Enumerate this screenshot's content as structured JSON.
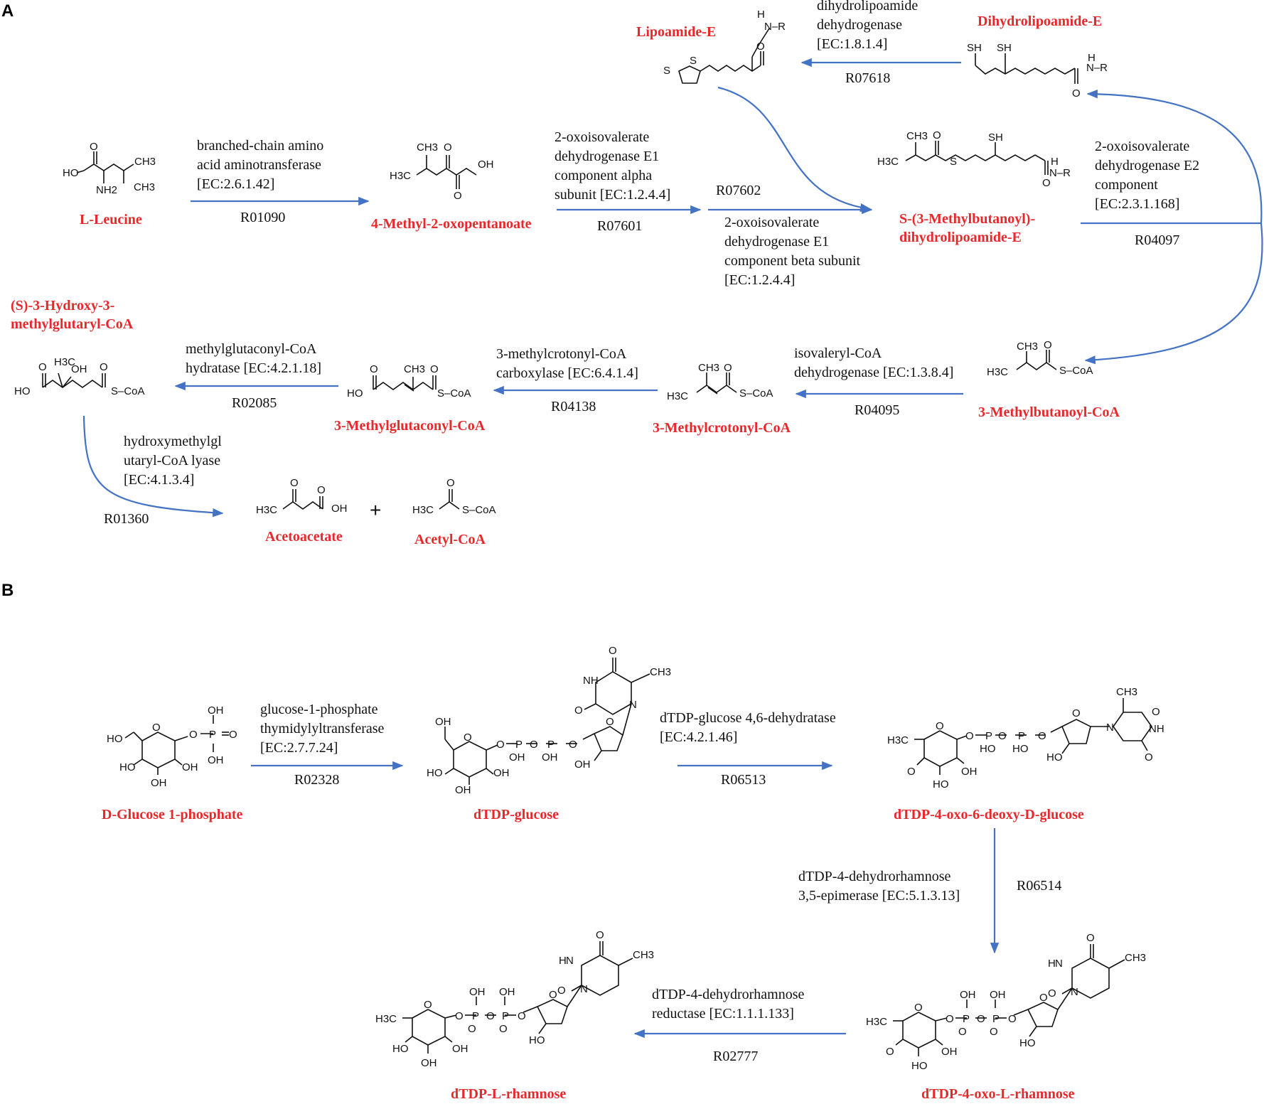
{
  "colors": {
    "compound": "#e8282b",
    "arrow": "#4472c4",
    "text": "#111111"
  },
  "panels": {
    "a": "A",
    "b": "B"
  },
  "compounds": {
    "leucine": "L-Leucine",
    "oxopentanoate": "4-Methyl-2-oxopentanoate",
    "lipoamide": "Lipoamide-E",
    "dihydrolipoamide": "Dihydrolipoamide-E",
    "methylbutanoyl_dhl_1": "S-(3-Methylbutanoyl)-",
    "methylbutanoyl_dhl_2": "dihydrolipoamide-E",
    "hmg_1": "(S)-3-Hydroxy-3-",
    "hmg_2": "methylglutaryl-CoA",
    "methylglutaconyl": "3-Methylglutaconyl-CoA",
    "methylcrotonyl": "3-Methylcrotonyl-CoA",
    "methylbutanoyl_coa": "3-Methylbutanoyl-CoA",
    "acetoacetate": "Acetoacetate",
    "acetyl_coa": "Acetyl-CoA",
    "glucose1p": "D-Glucose 1-phosphate",
    "dtdp_glucose": "dTDP-glucose",
    "dtdp_oxo_deoxy": "dTDP-4-oxo-6-deoxy-D-glucose",
    "dtdp_oxo_rham": "dTDP-4-oxo-L-rhamnose",
    "dtdp_rham": "dTDP-L-rhamnose"
  },
  "enzymes": {
    "bcat": [
      "branched-chain amino",
      "acid aminotransferase",
      "[EC:2.6.1.42]"
    ],
    "e1a": [
      "2-oxoisovalerate",
      "dehydrogenase E1",
      "component alpha",
      "subunit [EC:1.2.4.4]"
    ],
    "e1b": [
      "2-oxoisovalerate",
      "dehydrogenase E1",
      "component beta subunit",
      "[EC:1.2.4.4]"
    ],
    "dld": [
      "dihydrolipoamide",
      "dehydrogenase",
      "[EC:1.8.1.4]"
    ],
    "e2": [
      "2-oxoisovalerate",
      "dehydrogenase E2",
      "component",
      "[EC:2.3.1.168]"
    ],
    "ivd": [
      "isovaleryl-CoA",
      "dehydrogenase [EC:1.3.8.4]"
    ],
    "mcc": [
      "3-methylcrotonyl-CoA",
      "carboxylase [EC:6.4.1.4]"
    ],
    "mgh": [
      "methylglutaconyl-CoA",
      "hydratase [EC:4.2.1.18]"
    ],
    "hmgl": [
      "hydroxymethylgl",
      "utaryl-CoA lyase",
      "[EC:4.1.3.4]"
    ],
    "rmla": [
      "glucose-1-phosphate",
      "thymidylyltransferase",
      "[EC:2.7.7.24]"
    ],
    "rmlb": [
      "dTDP-glucose 4,6-dehydratase",
      "[EC:4.2.1.46]"
    ],
    "rmlc": [
      "dTDP-4-dehydrorhamnose",
      "3,5-epimerase [EC:5.1.3.13]"
    ],
    "rmld": [
      "dTDP-4-dehydrorhamnose",
      "reductase [EC:1.1.1.133]"
    ]
  },
  "reactions": {
    "r01090": "R01090",
    "r07601": "R07601",
    "r07602": "R07602",
    "r07618": "R07618",
    "r04097": "R04097",
    "r04095": "R04095",
    "r04138": "R04138",
    "r02085": "R02085",
    "r01360": "R01360",
    "r02328": "R02328",
    "r06513": "R06513",
    "r06514": "R06514",
    "r02777": "R02777"
  },
  "plus_sign": "+",
  "structure_labels": {
    "oh": "OH",
    "ho": "HO",
    "o": "O",
    "nh2": "NH2",
    "ch3": "CH3",
    "h3c": "H3C",
    "s": "S",
    "sh": "SH",
    "nr": "N–R",
    "h": "H",
    "scoa": "S–CoA",
    "nh": "NH",
    "n": "N",
    "p": "P"
  }
}
